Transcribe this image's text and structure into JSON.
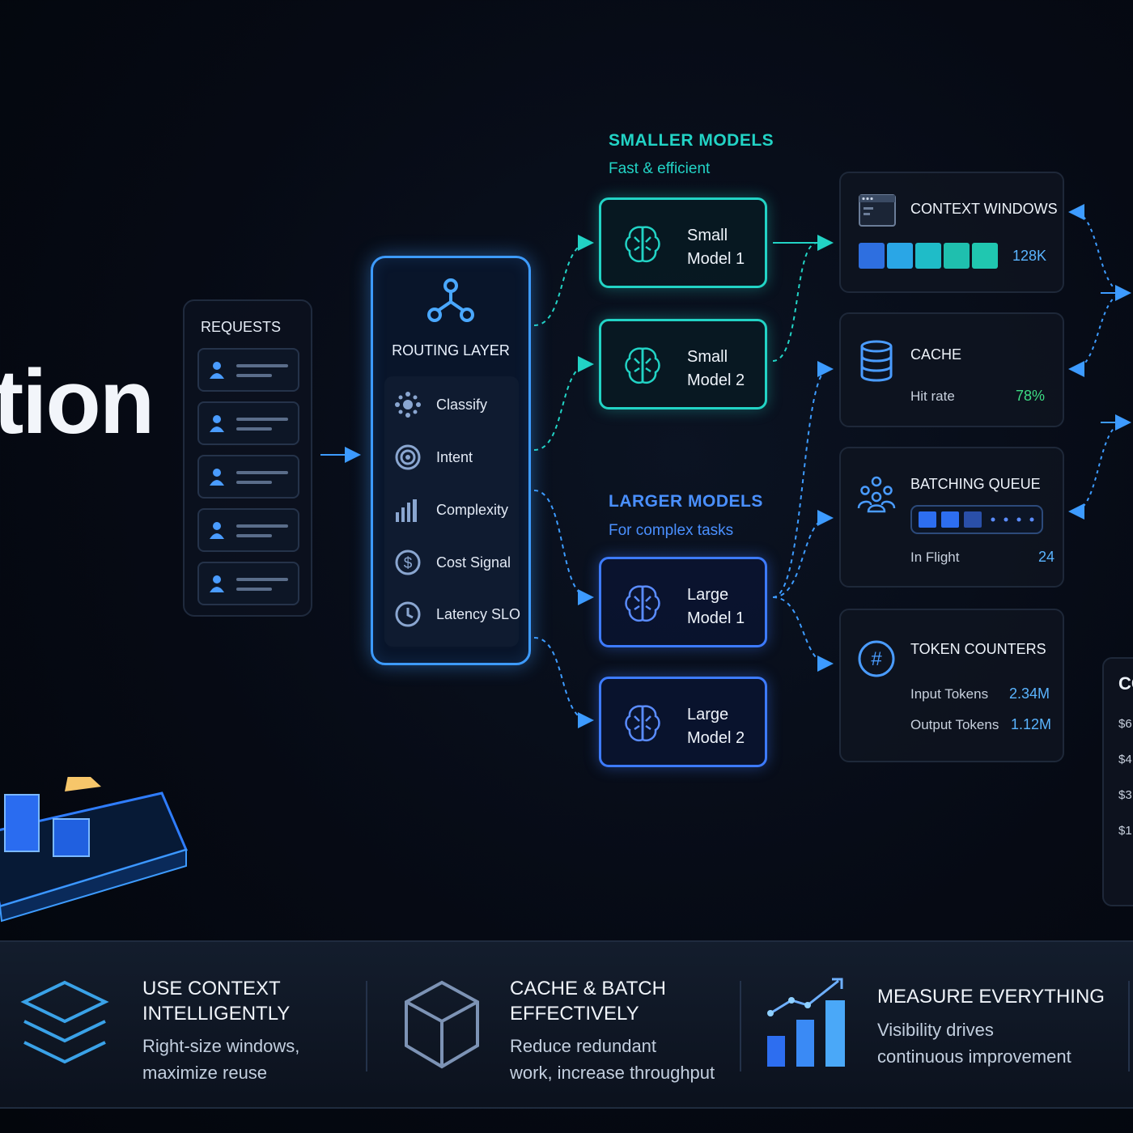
{
  "hero_text": "tion",
  "requests": {
    "title": "REQUESTS",
    "items": [
      "request",
      "request",
      "request",
      "request",
      "request"
    ]
  },
  "routing": {
    "title": "ROUTING LAYER",
    "items": [
      {
        "label": "Classify",
        "icon": "classify-icon"
      },
      {
        "label": "Intent",
        "icon": "target-icon"
      },
      {
        "label": "Complexity",
        "icon": "bars-icon"
      },
      {
        "label": "Cost Signal",
        "icon": "dollar-icon"
      },
      {
        "label": "Latency SLO",
        "icon": "clock-icon"
      }
    ]
  },
  "smaller_models": {
    "title": "SMALLER MODELS",
    "subtitle": "Fast & efficient",
    "models": [
      {
        "line1": "Small",
        "line2": "Model 1"
      },
      {
        "line1": "Small",
        "line2": "Model 2"
      }
    ]
  },
  "larger_models": {
    "title": "LARGER MODELS",
    "subtitle": "For complex tasks",
    "models": [
      {
        "line1": "Large",
        "line2": "Model 1"
      },
      {
        "line1": "Large",
        "line2": "Model 2"
      }
    ]
  },
  "context_windows": {
    "title": "CONTEXT WINDOWS",
    "value": "128K",
    "segment_colors": [
      "#2e6fe0",
      "#2aa6e6",
      "#1fbcc8",
      "#1fbfae",
      "#20c7b0"
    ]
  },
  "cache": {
    "title": "CACHE",
    "key": "Hit rate",
    "value": "78%"
  },
  "batching": {
    "title": "BATCHING QUEUE",
    "key": "In Flight",
    "value": "24"
  },
  "tokens": {
    "title": "TOKEN COUNTERS",
    "rows": [
      {
        "key": "Input Tokens",
        "value": "2.34M"
      },
      {
        "key": "Output Tokens",
        "value": "1.12M"
      }
    ]
  },
  "cost_panel": {
    "title": "CO",
    "values": [
      "$6",
      "$4",
      "$3",
      "$1"
    ]
  },
  "tips": [
    {
      "title1": "USE CONTEXT",
      "title2": "INTELLIGENTLY",
      "sub1": "Right-size windows,",
      "sub2": "maximize reuse",
      "icon": "layers-icon"
    },
    {
      "title1": "CACHE & BATCH",
      "title2": "EFFECTIVELY",
      "sub1": "Reduce redundant",
      "sub2": "work, increase throughput",
      "icon": "cube-icon"
    },
    {
      "title1": "MEASURE EVERYTHING",
      "title2": "",
      "sub1": "Visibility drives",
      "sub2": "continuous improvement",
      "icon": "growth-chart-icon"
    }
  ],
  "colors": {
    "cyan": "#22d3c5",
    "blue": "#3d9bff",
    "green": "#3ddc84",
    "accent_light": "#8fd0ff"
  }
}
